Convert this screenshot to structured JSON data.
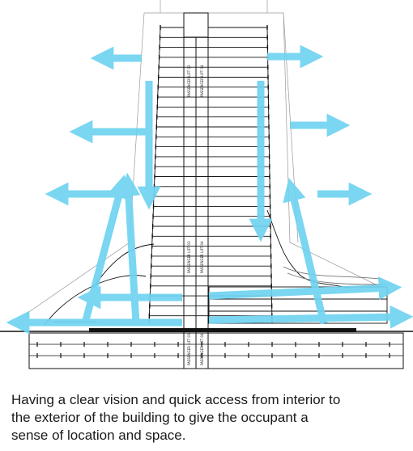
{
  "diagram": {
    "lift_labels": [
      "PASSENGER LIFT 03",
      "PASSENGER LIFT 04",
      "PASSENGER LIFT 03",
      "PASSENGER LIFT 04",
      "PASSENGER LIFT 03",
      "PASSENGER LIFT 04"
    ],
    "colors": {
      "arrow": "#6fd3f0",
      "line": "#111111",
      "background": "#ffffff"
    }
  },
  "caption": {
    "lines": [
      "Having a clear vision and quick access from interior to",
      "the exterior of the building to give the occupant a",
      "sense of location and space."
    ]
  }
}
